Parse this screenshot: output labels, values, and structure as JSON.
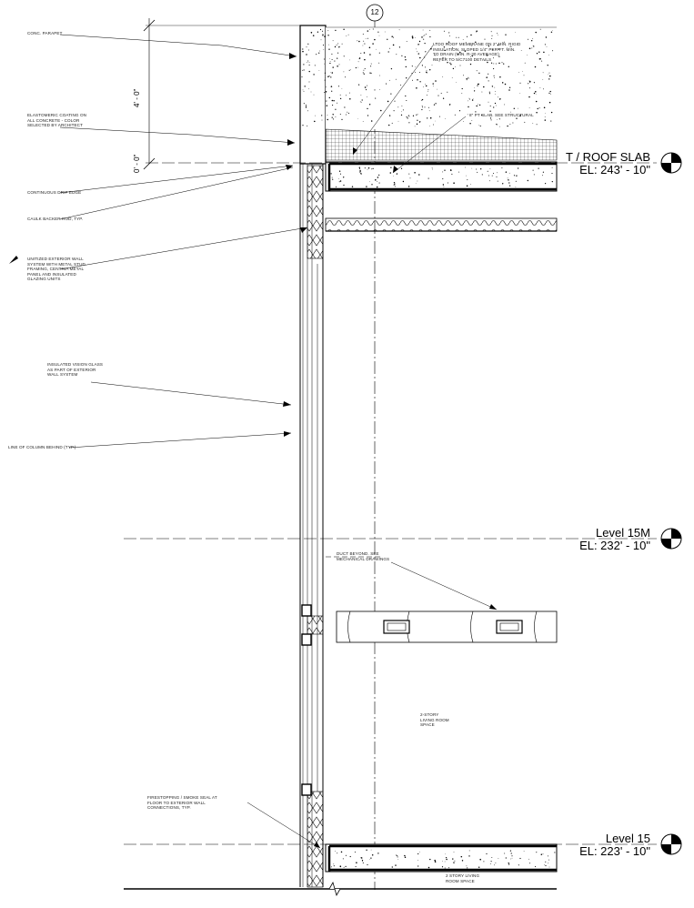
{
  "grid": {
    "label": "12"
  },
  "dimensions": {
    "parapet_height": "4' - 0\"",
    "base": "0' - 0\""
  },
  "levels": [
    {
      "name": "T / ROOF SLAB",
      "elevation": "EL: 243' - 10\""
    },
    {
      "name": "Level 15M",
      "elevation": "EL: 232' - 10\""
    },
    {
      "name": "Level 15",
      "elevation": "EL: 223' - 10\""
    }
  ],
  "notes": {
    "conc_parapet": "CONC. PARAPET",
    "elastomeric": "ELASTOMERIC COATING ON\nALL CONCRETE - COLOR\nSELECTED BY ARCHITECT",
    "drip_edge": "CONTINUOUS DRIP EDGE",
    "caulk": "CAULK BACKER ROD, TYP.",
    "unitized": "UNITIZED EXTERIOR WALL\nSYSTEM WITH METAL STUD\nFRAMING, CENTRIA METAL\nPANEL AND INSULATED\nGLAZING UNITS",
    "vision_glass": "INSULATED VISION GLASS\nAS PART OF EXTERIOR\nWALL SYSTEM",
    "column": "LINE OF COLUMN BEHIND (TYP.)",
    "roof_membrane": "LTDO ROOF MEMBRANE ON 2\" MIN. RIGID\nINSULATION, SLOPED 1/4\" PER FT. MIN.\nTO DRAIN (MIN. R-30 AVERAGE)\nREFER TO 5/C7100 DETAILS",
    "slab": "8\" PT SLAB. SEE STRUCTURAL",
    "duct": "DUCT BEYOND. SEE\nMECHANICAL DRAWINGS",
    "living_room": "2-STORY\nLIVING ROOM\nSPACE",
    "firestopping": "FIRESTOPPING / SMOKE SEAL AT\nFLOOR TO EXTERIOR WALL\nCONNECTIONS, TYP.",
    "living_room_bottom": "2 STORY LIVING\nROOM SPACE"
  },
  "colors": {
    "ink": "#000000",
    "light": "#666666"
  }
}
